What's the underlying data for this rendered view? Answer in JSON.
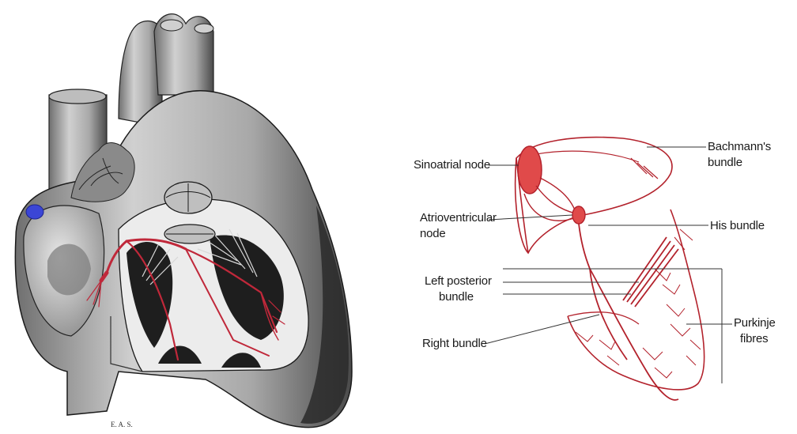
{
  "heart_illustration": {
    "signature": "E. A. S.",
    "colors": {
      "conduction": "#c0283a",
      "sa_node": "#3b46d6",
      "tissue_dark": "#1a1a1a",
      "tissue_mid": "#8c8c8c",
      "tissue_light": "#d9d9d9"
    }
  },
  "conduction_diagram": {
    "colors": {
      "pathway": "#b3222c",
      "node_fill": "#e04a4a",
      "leader": "#333333"
    },
    "labels": {
      "sinoatrial_node": "Sinoatrial node",
      "atrioventricular_node_line1": "Atrioventricular",
      "atrioventricular_node_line2": "node",
      "left_posterior_bundle_line1": "Left posterior",
      "left_posterior_bundle_line2": "bundle",
      "right_bundle": "Right bundle",
      "bachmanns_bundle_line1": "Bachmann's",
      "bachmanns_bundle_line2": "bundle",
      "his_bundle": "His bundle",
      "purkinje_fibres_line1": "Purkinje",
      "purkinje_fibres_line2": "fibres"
    }
  }
}
